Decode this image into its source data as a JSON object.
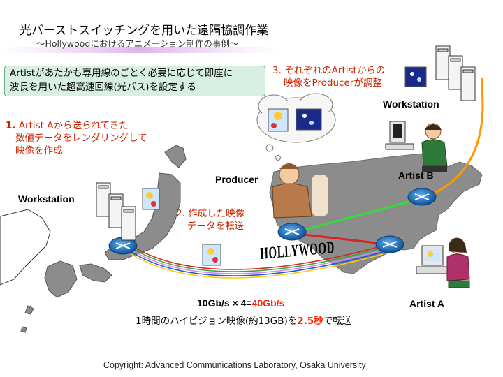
{
  "title": "光バーストスイッチングを用いた遠隔協調作業",
  "subtitle": "～Hollywoodにおけるアニメーション制作の事例～",
  "info": {
    "line1": "Artistがあたかも専用線のごとく必要に応じて即座に",
    "line2": "波長を用いた超高速回線(光パス)を設定する"
  },
  "steps": {
    "step1_num": "1.",
    "step1_line1": " Artist Aから送られてきた",
    "step1_line2": "数値データをレンダリングして",
    "step1_line3": "映像を作成",
    "step2_line1": "2. 作成した映像",
    "step2_line2": "データを転送",
    "step3_line1": "3. それぞれのArtistからの",
    "step3_line2": "映像をProducerが調整"
  },
  "labels": {
    "workstation_japan": "Workstation",
    "workstation_us": "Workstation",
    "producer": "Producer",
    "artist_b": "Artist B",
    "artist_a": "Artist A",
    "hollywood_sign": "HOLLYWOOD"
  },
  "bandwidth": {
    "prefix": "10Gb/s × 4=",
    "highlight": "40Gb/s"
  },
  "transfer": {
    "prefix": "1時間のハイビジョン映像(約13GB)を",
    "highlight": "2.5秒",
    "suffix": "で転送"
  },
  "copyright": "Copyright: Advanced Communications Laboratory, Osaka University",
  "colors": {
    "accent_red": "#cc2200",
    "link_green": "#33dd33",
    "link_red": "#dd2222",
    "link_orange": "#ff9900",
    "router_blue": "#1a6fb8",
    "land_gray": "#8c8c8c"
  }
}
